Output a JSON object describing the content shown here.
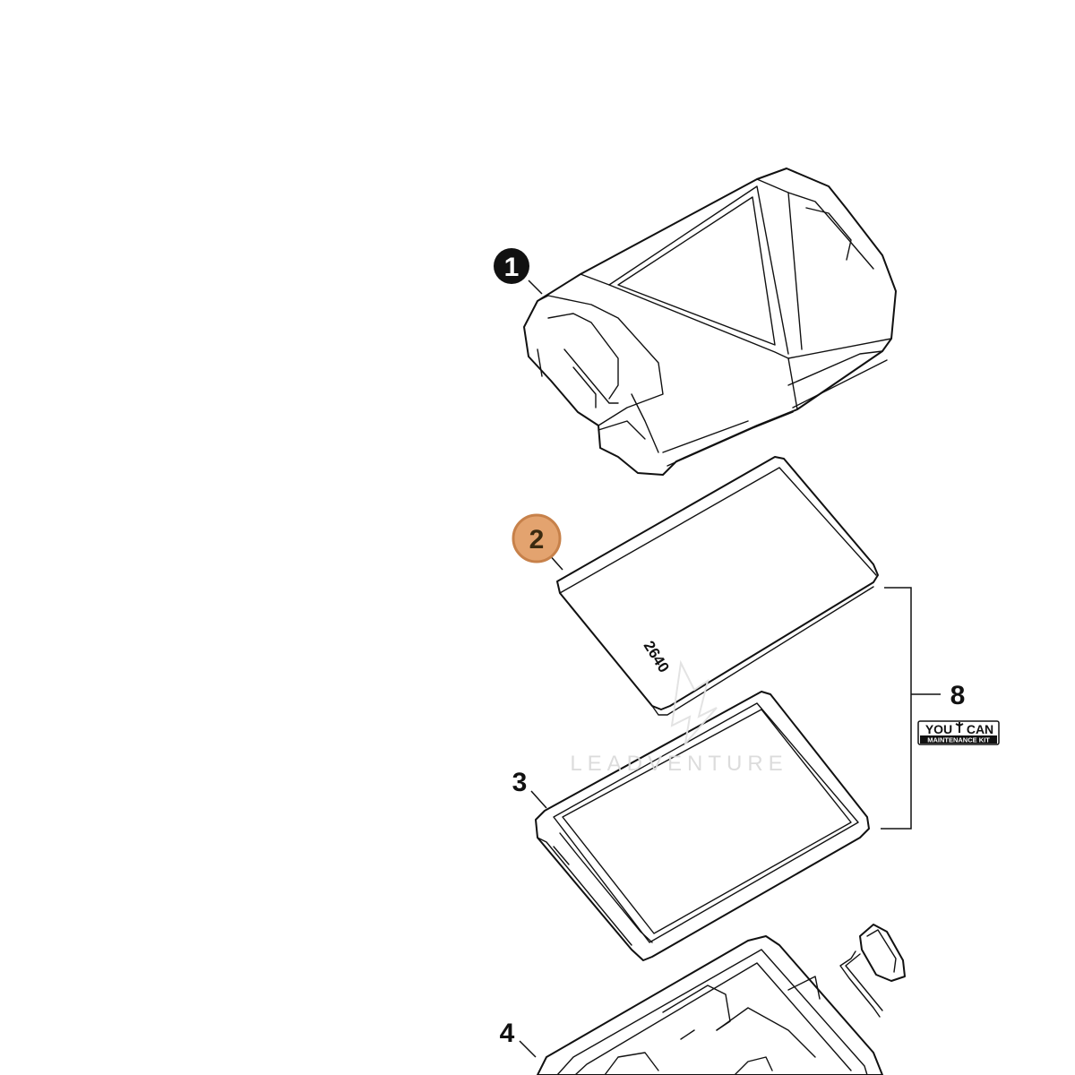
{
  "callouts": [
    {
      "label": "1",
      "style": "filled-black"
    },
    {
      "label": "2",
      "style": "highlighted",
      "color": "#e3a36f",
      "border": "#c7814a"
    },
    {
      "label": "3",
      "style": "plain"
    },
    {
      "label": "4",
      "style": "plain"
    },
    {
      "label": "8",
      "style": "plain"
    }
  ],
  "filter_stamp": "2640",
  "watermark": "LEADVENTURE",
  "kit_badge": {
    "top_left": "YOU",
    "top_right": "CAN",
    "bottom": "MAINTENANCE KIT"
  }
}
